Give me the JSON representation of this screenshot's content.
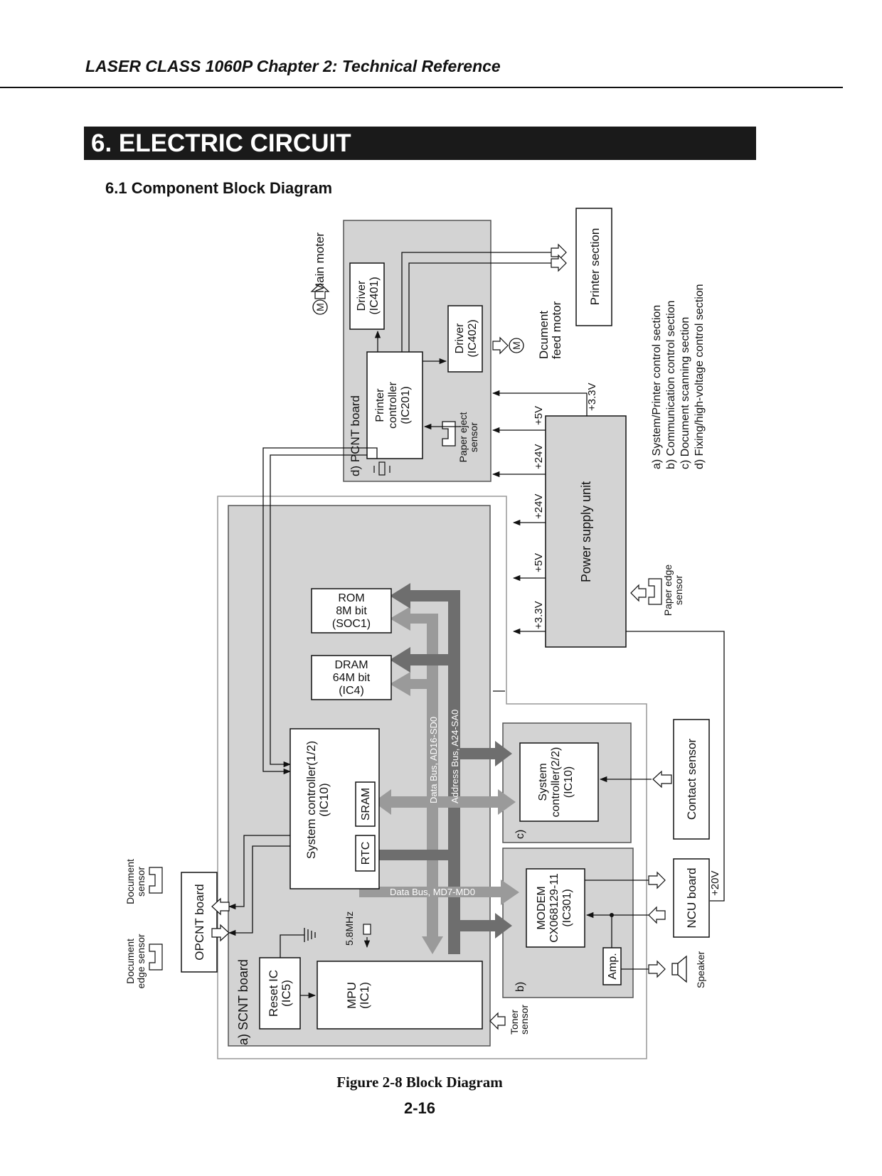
{
  "header": {
    "title": "LASER CLASS 1060P Chapter 2: Technical Reference",
    "section": "6. ELECTRIC CIRCUIT",
    "subsection": "6.1 Component Block Diagram"
  },
  "diagram": {
    "pcnt_board": "d) PCNT board",
    "printer_controller": [
      "Printer",
      "controller",
      "(IC201)"
    ],
    "driver_ic401": [
      "Driver",
      "(IC401)"
    ],
    "driver_ic402": [
      "Driver",
      "(IC402)"
    ],
    "main_motor": "Main moter",
    "motor_symbol": "M",
    "doc_feed_motor": [
      "Dcument",
      "feed motor"
    ],
    "paper_eject_sensor": [
      "Paper eject",
      "sensor"
    ],
    "printer_section": "Printer section",
    "power_supply_unit": "Power supply unit",
    "voltages": {
      "top_3v3": "+3.3V",
      "top_5v": "+5V",
      "top_24v_a": "+24V",
      "top_24v_b": "+24V",
      "mid_5v": "+5V",
      "mid_3v3": "+3.3V",
      "plus_20v": "+20V"
    },
    "paper_edge_sensor": [
      "Paper edge",
      "sensor"
    ],
    "legend": [
      "a) System/Printer control section",
      "b) Communication control section",
      "c) Document scanning section",
      "d) Fixing/high-voltage control section"
    ],
    "rom": [
      "ROM",
      "8M bit",
      "(SOC1)"
    ],
    "dram": [
      "DRAM",
      "64M bit",
      "(IC4)"
    ],
    "system_controller_1": [
      "System controller(1/2)",
      "(IC10)"
    ],
    "sram": "SRAM",
    "rtc": "RTC",
    "data_bus_1": "Data Bus, AD16-SD0",
    "address_bus": "Address Bus, A24-SA0",
    "data_bus_2": "Data Bus, MD7-MD0",
    "system_controller_2": [
      "System",
      "controller(2/2)",
      "(IC10)"
    ],
    "section_c": "c)",
    "contact_sensor": "Contact sensor",
    "modem": [
      "MODEM",
      "CX068129-11",
      "(IC301)"
    ],
    "amp": "Amp.",
    "section_b": "b)",
    "ncu_board": "NCU board",
    "speaker": "Speaker",
    "opcnt_board": "OPCNT board",
    "document_sensor": [
      "Document",
      "sensor"
    ],
    "document_edge_sensor": [
      "Document",
      "edge sensor"
    ],
    "scnt_board": "a) SCNT board",
    "reset_ic": [
      "Reset IC",
      "(IC5)"
    ],
    "mpu": [
      "MPU",
      "(IC1)"
    ],
    "crystal": "5.8MHz",
    "toner_sensor": [
      "Toner",
      "sensor"
    ]
  },
  "footer": {
    "caption": "Figure 2-8 Block Diagram",
    "page": "2-16"
  }
}
